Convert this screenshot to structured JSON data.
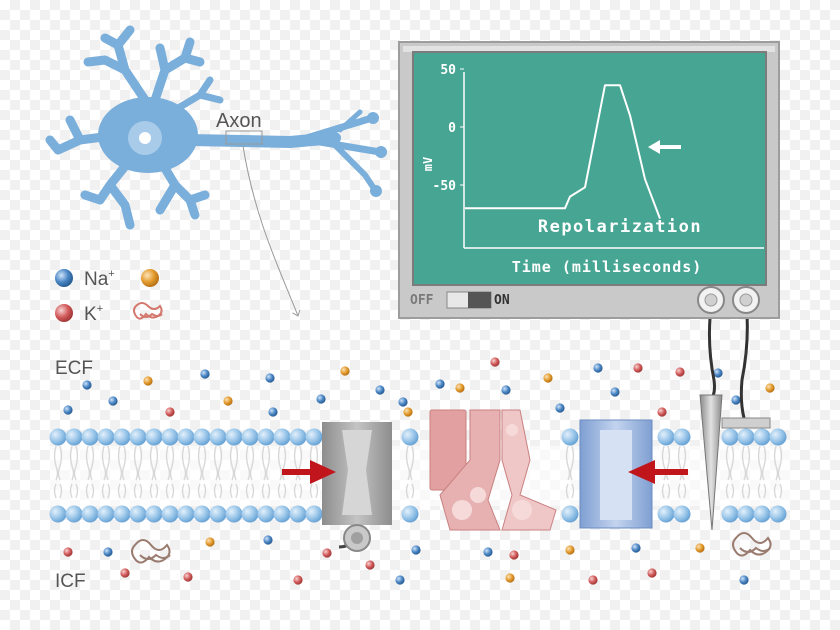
{
  "neuron": {
    "axon_label": "Axon"
  },
  "legend": {
    "na_label": "Na",
    "na_sup": "+",
    "k_label": "K",
    "k_sup": "+",
    "colors": {
      "na": "#4a86c5",
      "k": "#d25a5a",
      "other_ion": "#e39a2b",
      "protein": "#d4786e"
    }
  },
  "regions": {
    "ecf": "ECF",
    "icf": "ICF"
  },
  "monitor": {
    "yticks": [
      "50",
      "0",
      "-50"
    ],
    "ylabel": "mV",
    "xlabel": "Time (milliseconds)",
    "annotation": "Repolarization",
    "switch_off": "OFF",
    "switch_on": "ON",
    "screen_color": "#47a593"
  },
  "chart_data": {
    "type": "line",
    "title": "",
    "xlabel": "Time (milliseconds)",
    "ylabel": "mV",
    "ytick_labels": [
      "50",
      "0",
      "-50"
    ],
    "series": [
      {
        "x": [
          0,
          1.0,
          1.05,
          1.2,
          1.4,
          1.55,
          1.65,
          1.8,
          1.95
        ],
        "y": [
          -70,
          -70,
          -60,
          -52,
          36,
          36,
          10,
          -45,
          -79
        ]
      }
    ]
  }
}
